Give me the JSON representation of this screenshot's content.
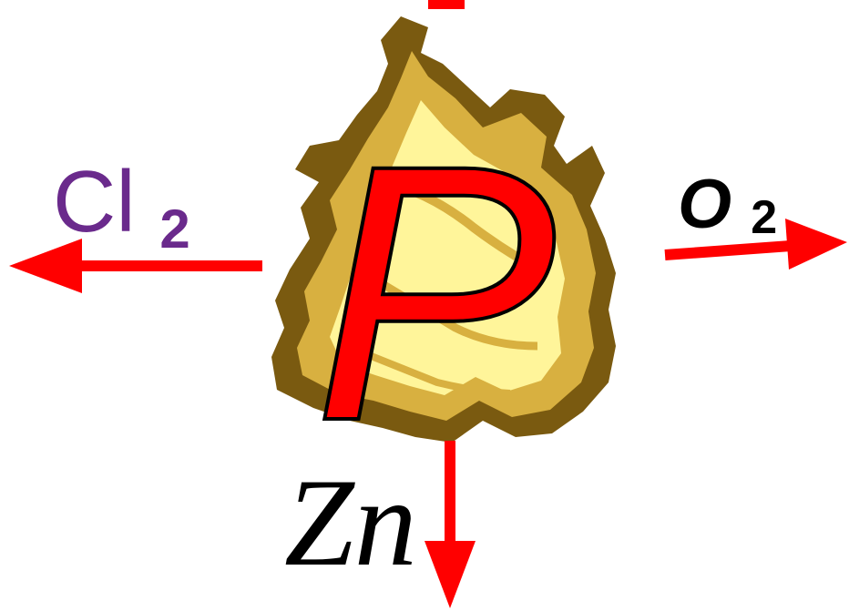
{
  "center_element": {
    "symbol": "P"
  },
  "reactions": {
    "left": {
      "reagent": "Cl",
      "subscript": "2",
      "direction": "left"
    },
    "right": {
      "reagent": "O",
      "subscript": "2",
      "direction": "right"
    },
    "down": {
      "reagent": "Zn",
      "direction": "down"
    }
  },
  "colors": {
    "arrow": "#ff0000",
    "center_symbol": "#ff0000",
    "cl_label": "#6a2a8c",
    "o_label": "#000000",
    "zn_label": "#000000",
    "flame_outer": "#7a5a10",
    "flame_mid": "#d8b040",
    "flame_inner": "#fff59a"
  },
  "icons": {
    "flame": "flame-icon"
  }
}
